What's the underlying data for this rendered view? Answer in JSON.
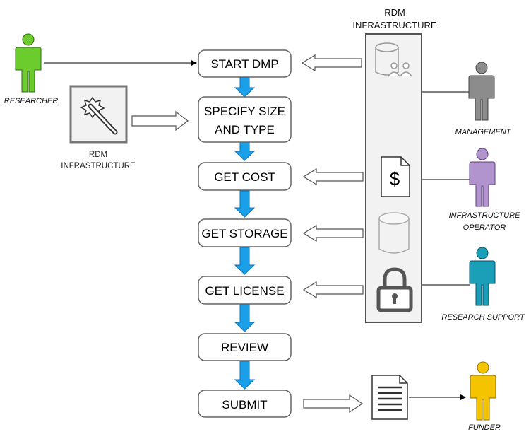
{
  "process_steps": [
    {
      "lines": [
        "START DMP"
      ]
    },
    {
      "lines": [
        "SPECIFY SIZE",
        "AND TYPE"
      ]
    },
    {
      "lines": [
        "GET COST"
      ]
    },
    {
      "lines": [
        "GET STORAGE"
      ]
    },
    {
      "lines": [
        "GET LICENSE"
      ]
    },
    {
      "lines": [
        "REVIEW"
      ]
    },
    {
      "lines": [
        "SUBMIT"
      ]
    }
  ],
  "infrastructure_panel": {
    "title_lines": [
      "RDM",
      "INFRASTRUCTURE"
    ]
  },
  "wizard_tool": {
    "label_lines": [
      "RDM",
      "INFRASTRUCTURE"
    ]
  },
  "roles": {
    "researcher": {
      "lines": [
        "RESEARCHER"
      ],
      "color": "#6dcc2d"
    },
    "management": {
      "lines": [
        "MANAGEMENT"
      ],
      "color": "#8c8c8c"
    },
    "infrastructure_operator": {
      "lines": [
        "INFRASTRUCTURE",
        "OPERATOR"
      ],
      "color": "#b193cd"
    },
    "research_support": {
      "lines": [
        "RESEARCH SUPPORT"
      ],
      "color": "#1b9fb8"
    },
    "funder": {
      "lines": [
        "FUNDER"
      ],
      "color": "#f5c400"
    }
  },
  "icons": {
    "cost_document_symbol": "$",
    "names": [
      "database-users-icon",
      "dollar-document-icon",
      "database-icon",
      "padlock-icon",
      "document-icon",
      "magic-wand-icon"
    ]
  },
  "colors": {
    "flow_arrow": "#1aa0e8",
    "box_border": "#666666",
    "panel_fill": "#f2f2f2"
  }
}
